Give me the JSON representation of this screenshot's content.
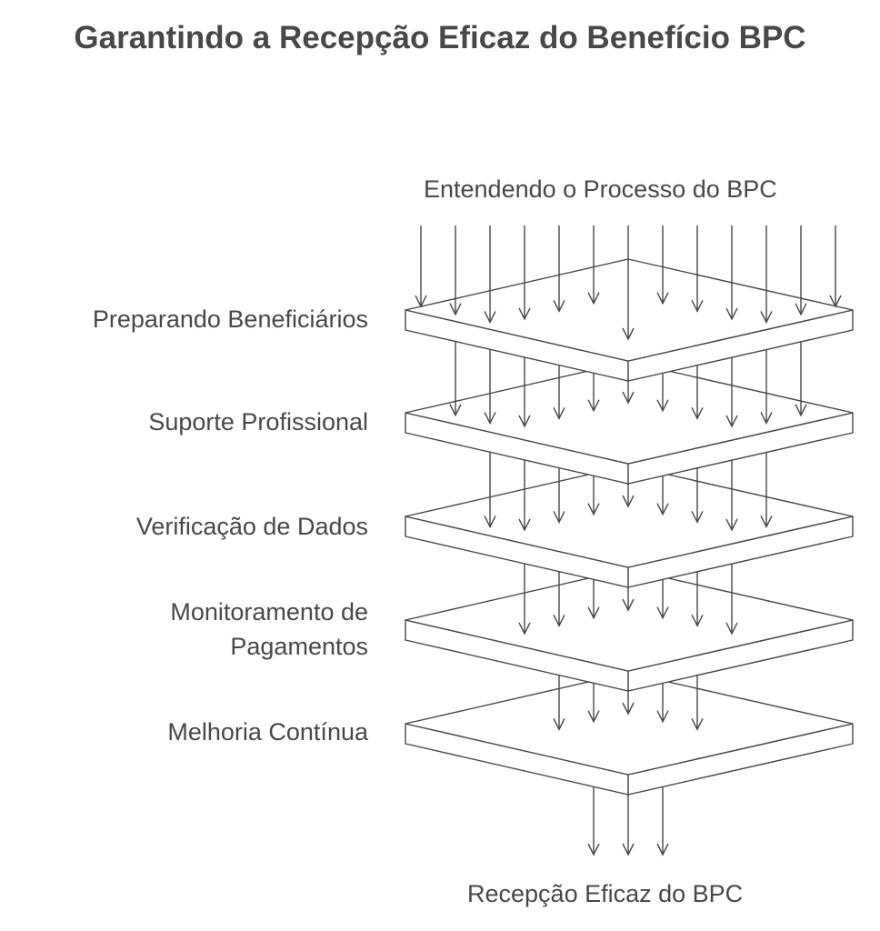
{
  "title": "Garantindo a Recepção Eficaz do Benefício BPC",
  "input_label": "Entendendo o Processo do BPC",
  "output_label": "Recepção Eficaz do BPC",
  "layers": [
    {
      "label": "Preparando Beneficiários"
    },
    {
      "label": "Suporte Profissional"
    },
    {
      "label": "Verificação de Dados"
    },
    {
      "label": "Monitoramento de Pagamentos"
    },
    {
      "label": "Melhoria Contínua"
    }
  ],
  "colors": {
    "stroke": "#484848",
    "fill": "#ffffff",
    "text": "#484848"
  }
}
